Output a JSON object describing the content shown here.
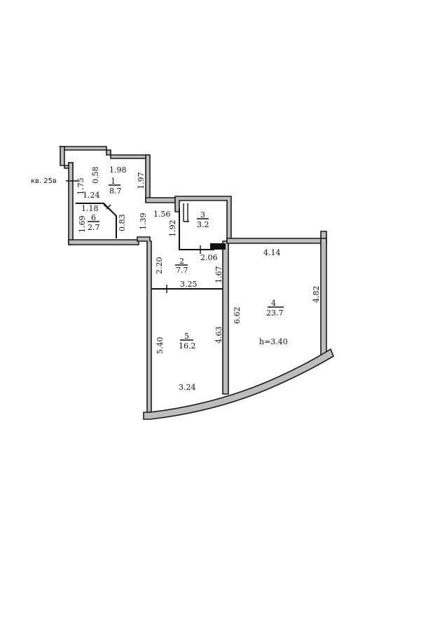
{
  "apartment_tag": "кв. 25в",
  "ceiling_height": "h=3.40",
  "rooms": [
    {
      "id": "1",
      "area": "8.7"
    },
    {
      "id": "2",
      "area": "7.7"
    },
    {
      "id": "3",
      "area": "3.2"
    },
    {
      "id": "4",
      "area": "23.7"
    },
    {
      "id": "5",
      "area": "16.2"
    },
    {
      "id": "6",
      "area": "2.7"
    }
  ],
  "dimensions": {
    "d058": "0.58",
    "d198": "1.98",
    "d197": "1.97",
    "d175": "1.75",
    "d124": "1.24",
    "d118": "1.18",
    "d169": "1.69",
    "d083": "0.83",
    "d139": "1.39",
    "d156": "1.56",
    "d192": "1.92",
    "d206": "2.06",
    "d414": "4.14",
    "d220": "2.20",
    "d167": "1.67",
    "d325": "3.25",
    "d482": "4.82",
    "d662": "6.62",
    "d540": "5.40",
    "d463": "4.63",
    "d324": "3.24"
  }
}
